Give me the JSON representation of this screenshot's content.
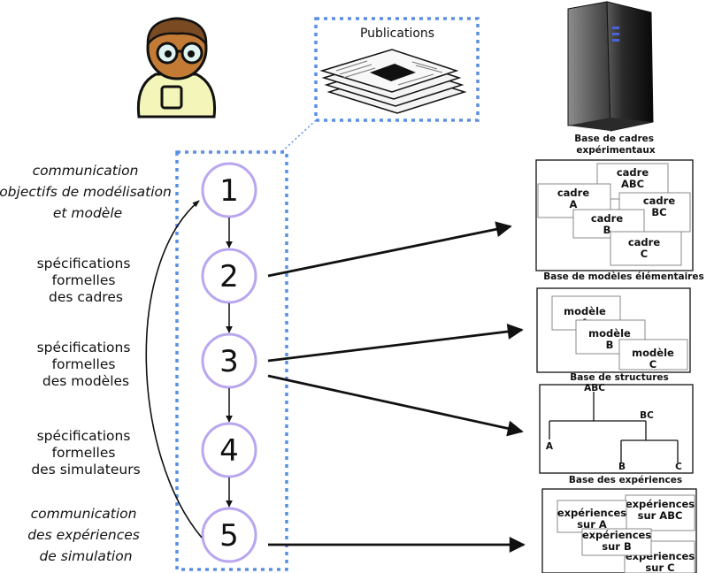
{
  "publications": {
    "title": "Publications"
  },
  "left_labels": {
    "l1": [
      "communication",
      "objectifs de modélisation",
      "et modèle"
    ],
    "l2": [
      "spécifications",
      "formelles",
      "des cadres"
    ],
    "l3": [
      "spécifications",
      "formelles",
      "des modèles"
    ],
    "l4": [
      "spécifications",
      "formelles",
      "des simulateurs"
    ],
    "l5": [
      "communication",
      "des expériences",
      "de simulation"
    ]
  },
  "steps": [
    "1",
    "2",
    "3",
    "4",
    "5"
  ],
  "bases": {
    "cadres": {
      "title": [
        "Base de cadres",
        "expérimentaux"
      ],
      "items": {
        "abc": [
          "cadre",
          "ABC"
        ],
        "a": [
          "cadre",
          "A"
        ],
        "bc": [
          "cadre",
          "BC"
        ],
        "b": [
          "cadre",
          "B"
        ],
        "c": [
          "cadre",
          "C"
        ]
      }
    },
    "modeles": {
      "title": "Base de modèles élémentaires",
      "items": {
        "a": [
          "modèle",
          "A"
        ],
        "b": [
          "modèle",
          "B"
        ],
        "c": [
          "modèle",
          "C"
        ]
      }
    },
    "structures": {
      "title": "Base de structures",
      "nodes": {
        "abc": "ABC",
        "bc": "BC",
        "a": "A",
        "b": "B",
        "c": "C"
      }
    },
    "experiences": {
      "title": "Base des expériences",
      "items": {
        "abc": [
          "expériences",
          "sur ABC"
        ],
        "a": [
          "expériences",
          "sur A"
        ],
        "b": [
          "expériences",
          "sur B"
        ],
        "c": [
          "expériences",
          "sur C"
        ]
      }
    }
  },
  "colors": {
    "dashed_frame": "#5b8fe6",
    "step_circle": "#b9a6ef",
    "person_head": "#c27a35",
    "person_hair": "#7a4a22",
    "person_body": "#f3f6b8",
    "server_body": "#1c1c1c",
    "server_led": "#4a63d6"
  }
}
